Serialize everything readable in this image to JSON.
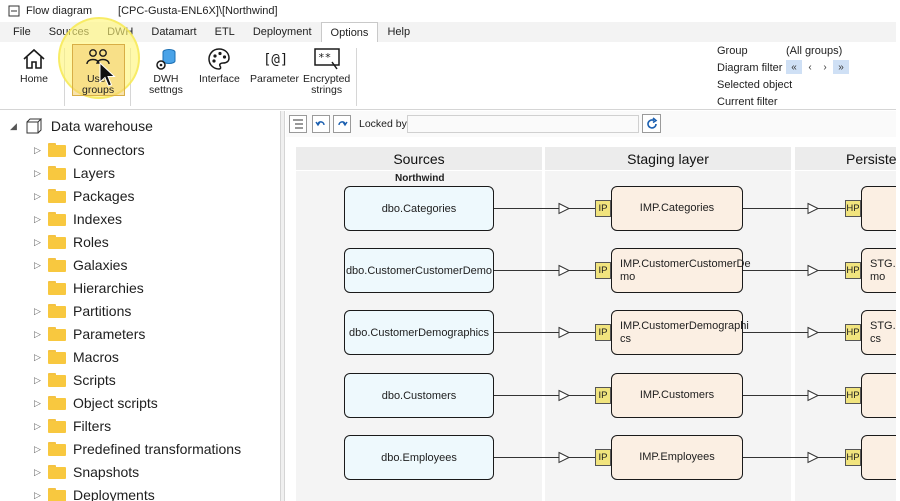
{
  "window": {
    "title": "Flow diagram",
    "path": "[CPC-Gusta-ENL6X]\\[Northwind]"
  },
  "menu": [
    "File",
    "Sources",
    "DWH",
    "Datamart",
    "ETL",
    "Deployment",
    "Options",
    "Help"
  ],
  "active_menu": "Options",
  "ribbon": {
    "home": "Home",
    "user_groups_1": "User",
    "user_groups_2": "groups",
    "dwh_settings_1": "DWH",
    "dwh_settings_2": "settngs",
    "interface": "Interface",
    "parameter": "Parameter",
    "encrypted_1": "Encrypted",
    "encrypted_2": "strings"
  },
  "filters": {
    "group_label": "Group",
    "group_value": "(All groups)",
    "diagram_filter_label": "Diagram filter",
    "selected_object_label": "Selected object",
    "current_filter_label": "Current filter"
  },
  "tree": {
    "root": "Data warehouse",
    "items": [
      "Connectors",
      "Layers",
      "Packages",
      "Indexes",
      "Roles",
      "Galaxies",
      "Hierarchies",
      "Partitions",
      "Parameters",
      "Macros",
      "Scripts",
      "Object scripts",
      "Filters",
      "Predefined transformations",
      "Snapshots",
      "Deployments"
    ]
  },
  "diagram": {
    "locked_by_label": "Locked by",
    "lanes": [
      "Sources",
      "Staging layer",
      "Persisted"
    ],
    "source_group": "Northwind",
    "sources": [
      "dbo.Categories",
      "dbo.CustomerCustomerDemo",
      "dbo.CustomerDemographics",
      "dbo.Customers",
      "dbo.Employees"
    ],
    "staging": [
      "IMP.Categories",
      "IMP.CustomerCustomerDemo",
      "IMP.CustomerDemographics",
      "IMP.Customers",
      "IMP.Employees"
    ],
    "staging_split": [
      [
        "IMP.Categories"
      ],
      [
        "IMP.CustomerCustomerDe",
        "mo"
      ],
      [
        "IMP.CustomerDemographi",
        "cs"
      ],
      [
        "IMP.Customers"
      ],
      [
        "IMP.Employees"
      ]
    ],
    "persisted": [
      "",
      "STG.C",
      "STG.C",
      "",
      ""
    ],
    "persisted_split": [
      [
        ""
      ],
      [
        "STG.C",
        "mo"
      ],
      [
        "STG.C",
        "cs"
      ],
      [
        ""
      ],
      [
        ""
      ]
    ],
    "staging_tag": "IP",
    "persisted_tag": "HP"
  }
}
